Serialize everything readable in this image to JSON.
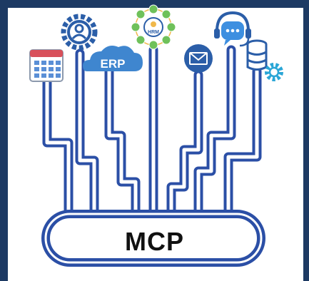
{
  "diagram": {
    "center_label": "MCP",
    "erp_label": "ERP",
    "hrm_label": "HRM",
    "colors": {
      "frame": "#1d3a63",
      "trace": "#2b4fa6",
      "icon_blue": "#2b5ea8",
      "cloud": "#3f86cf",
      "chat": "#3d8fe0",
      "calendar_red": "#d8505a",
      "gear_cyan": "#2aa6d6"
    },
    "icons": [
      "calendar-icon",
      "user-settings-icon",
      "erp-cloud-icon",
      "hrm-network-icon",
      "mail-icon",
      "support-chat-icon",
      "database-settings-icon"
    ]
  }
}
